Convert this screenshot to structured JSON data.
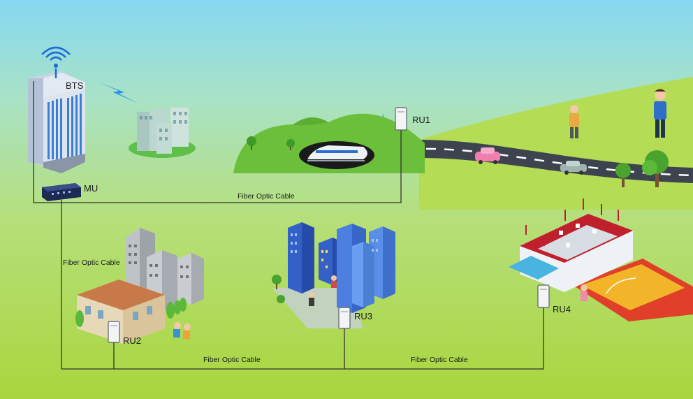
{
  "nodes": {
    "bts": "BTS",
    "mu": "MU",
    "ru1": "RU1",
    "ru2": "RU2",
    "ru3": "RU3",
    "ru4": "RU4"
  },
  "cables": {
    "mu_ru1": "Fiber Optic Cable",
    "mu_ru2": "Fiber Optic Cable",
    "ru2_ru3": "Fiber Optic Cable",
    "ru3_ru4": "Fiber Optic Cable"
  },
  "colors": {
    "sky": "#86d8f0",
    "grass": "#a8d84a",
    "hill": "#6cbf3a",
    "road": "#3d4450",
    "cable": "#333333",
    "stadium_roof": "#c0202c",
    "court": "#f2b52a"
  }
}
